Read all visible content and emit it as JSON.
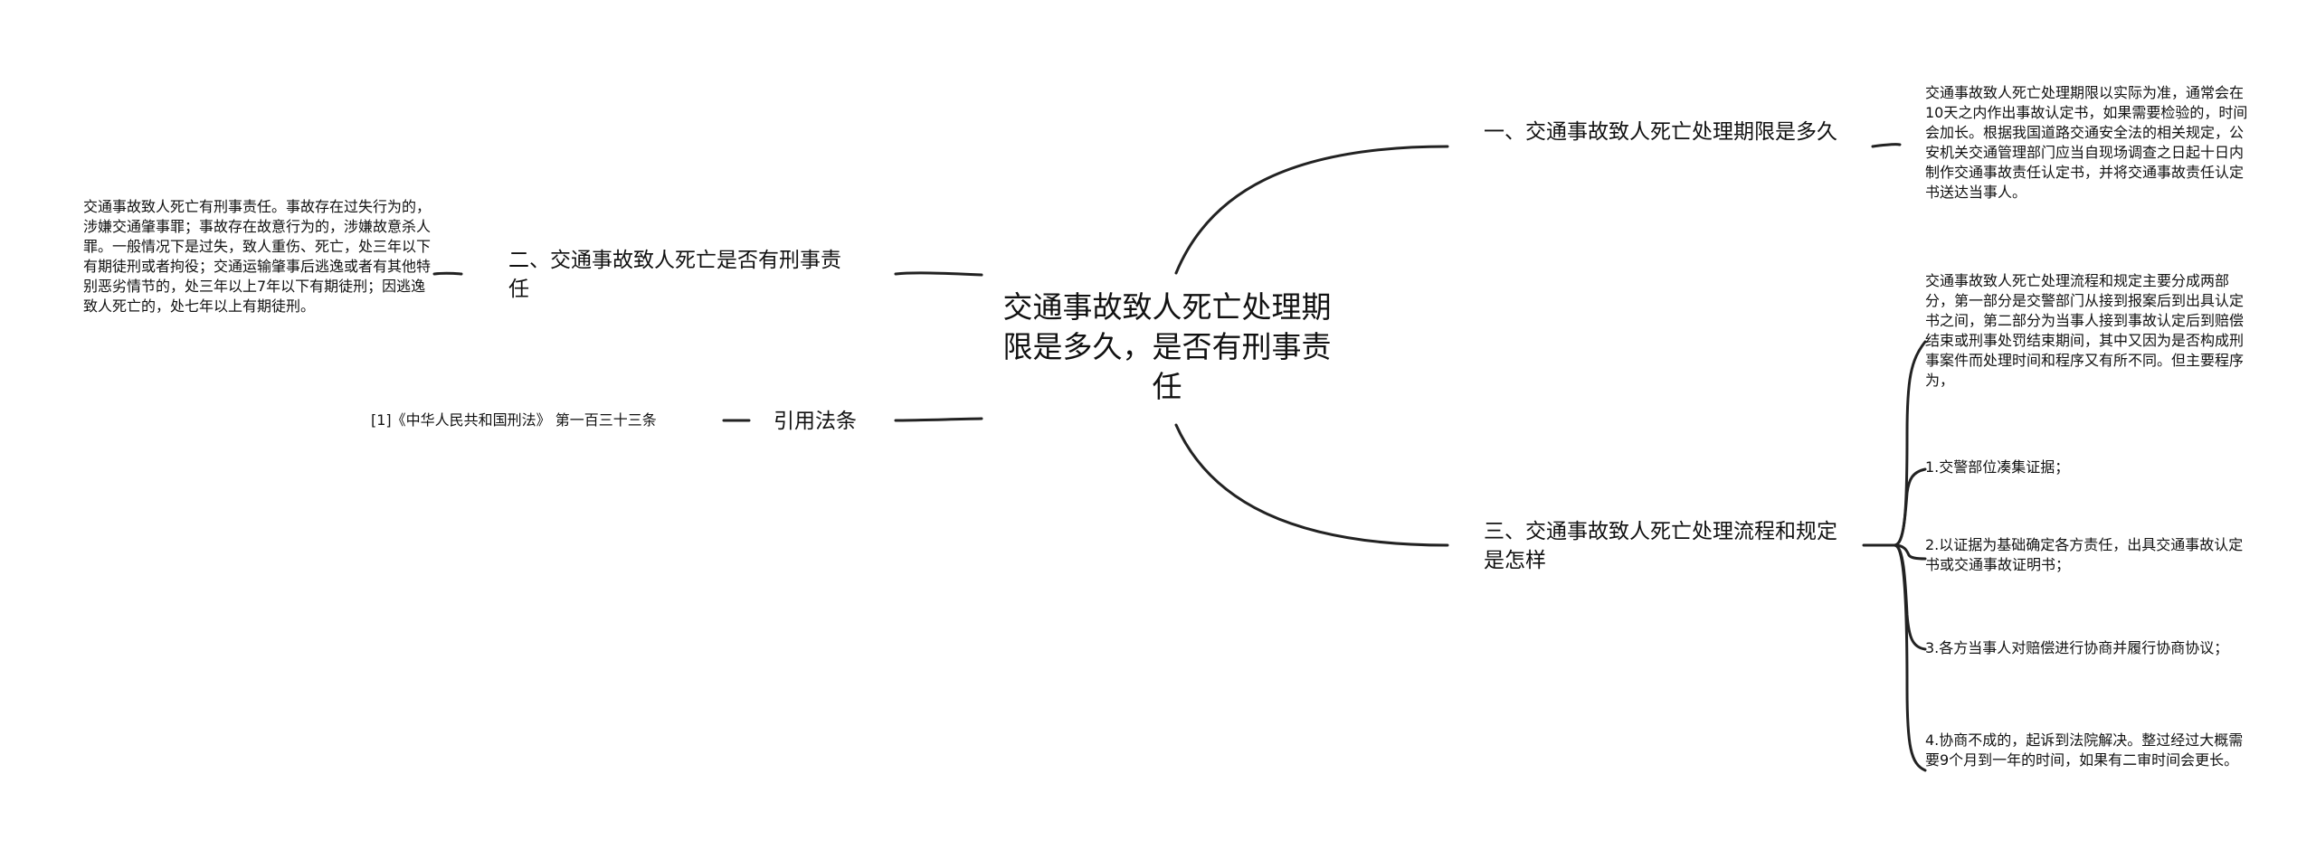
{
  "root": {
    "title": "交通事故致人死亡处理期限是多久，是否有刑事责任"
  },
  "branches": {
    "b1": {
      "label": "一、交通事故致人死亡处理期限是多久",
      "detail": "交通事故致人死亡处理期限以实际为准，通常会在10天之内作出事故认定书，如果需要检验的，时间会加长。根据我国道路交通安全法的相关规定，公安机关交通管理部门应当自现场调查之日起十日内制作交通事故责任认定书，并将交通事故责任认定书送达当事人。"
    },
    "b2": {
      "label": "二、交通事故致人死亡是否有刑事责任",
      "detail": "交通事故致人死亡有刑事责任。事故存在过失行为的，涉嫌交通肇事罪；事故存在故意行为的，涉嫌故意杀人罪。一般情况下是过失，致人重伤、死亡，处三年以下有期徒刑或者拘役；交通运输肇事后逃逸或者有其他特别恶劣情节的，处三年以上7年以下有期徒刑；因逃逸致人死亡的，处七年以上有期徒刑。"
    },
    "b3": {
      "label": "三、交通事故致人死亡处理流程和规定是怎样",
      "items": [
        "交通事故致人死亡处理流程和规定主要分成两部分，第一部分是交警部门从接到报案后到出具认定书之间，第二部分为当事人接到事故认定后到赔偿结束或刑事处罚结束期间，其中又因为是否构成刑事案件而处理时间和程序又有所不同。但主要程序为，",
        "1.交警部位凑集证据；",
        "2.以证据为基础确定各方责任，出具交通事故认定书或交通事故证明书；",
        "3.各方当事人对赔偿进行协商并履行协商协议；",
        "4.协商不成的，起诉到法院解决。整过经过大概需要9个月到一年的时间，如果有二审时间会更长。"
      ]
    },
    "b4": {
      "label": "引用法条",
      "detail": "[1]《中华人民共和国刑法》 第一百三十三条"
    }
  }
}
